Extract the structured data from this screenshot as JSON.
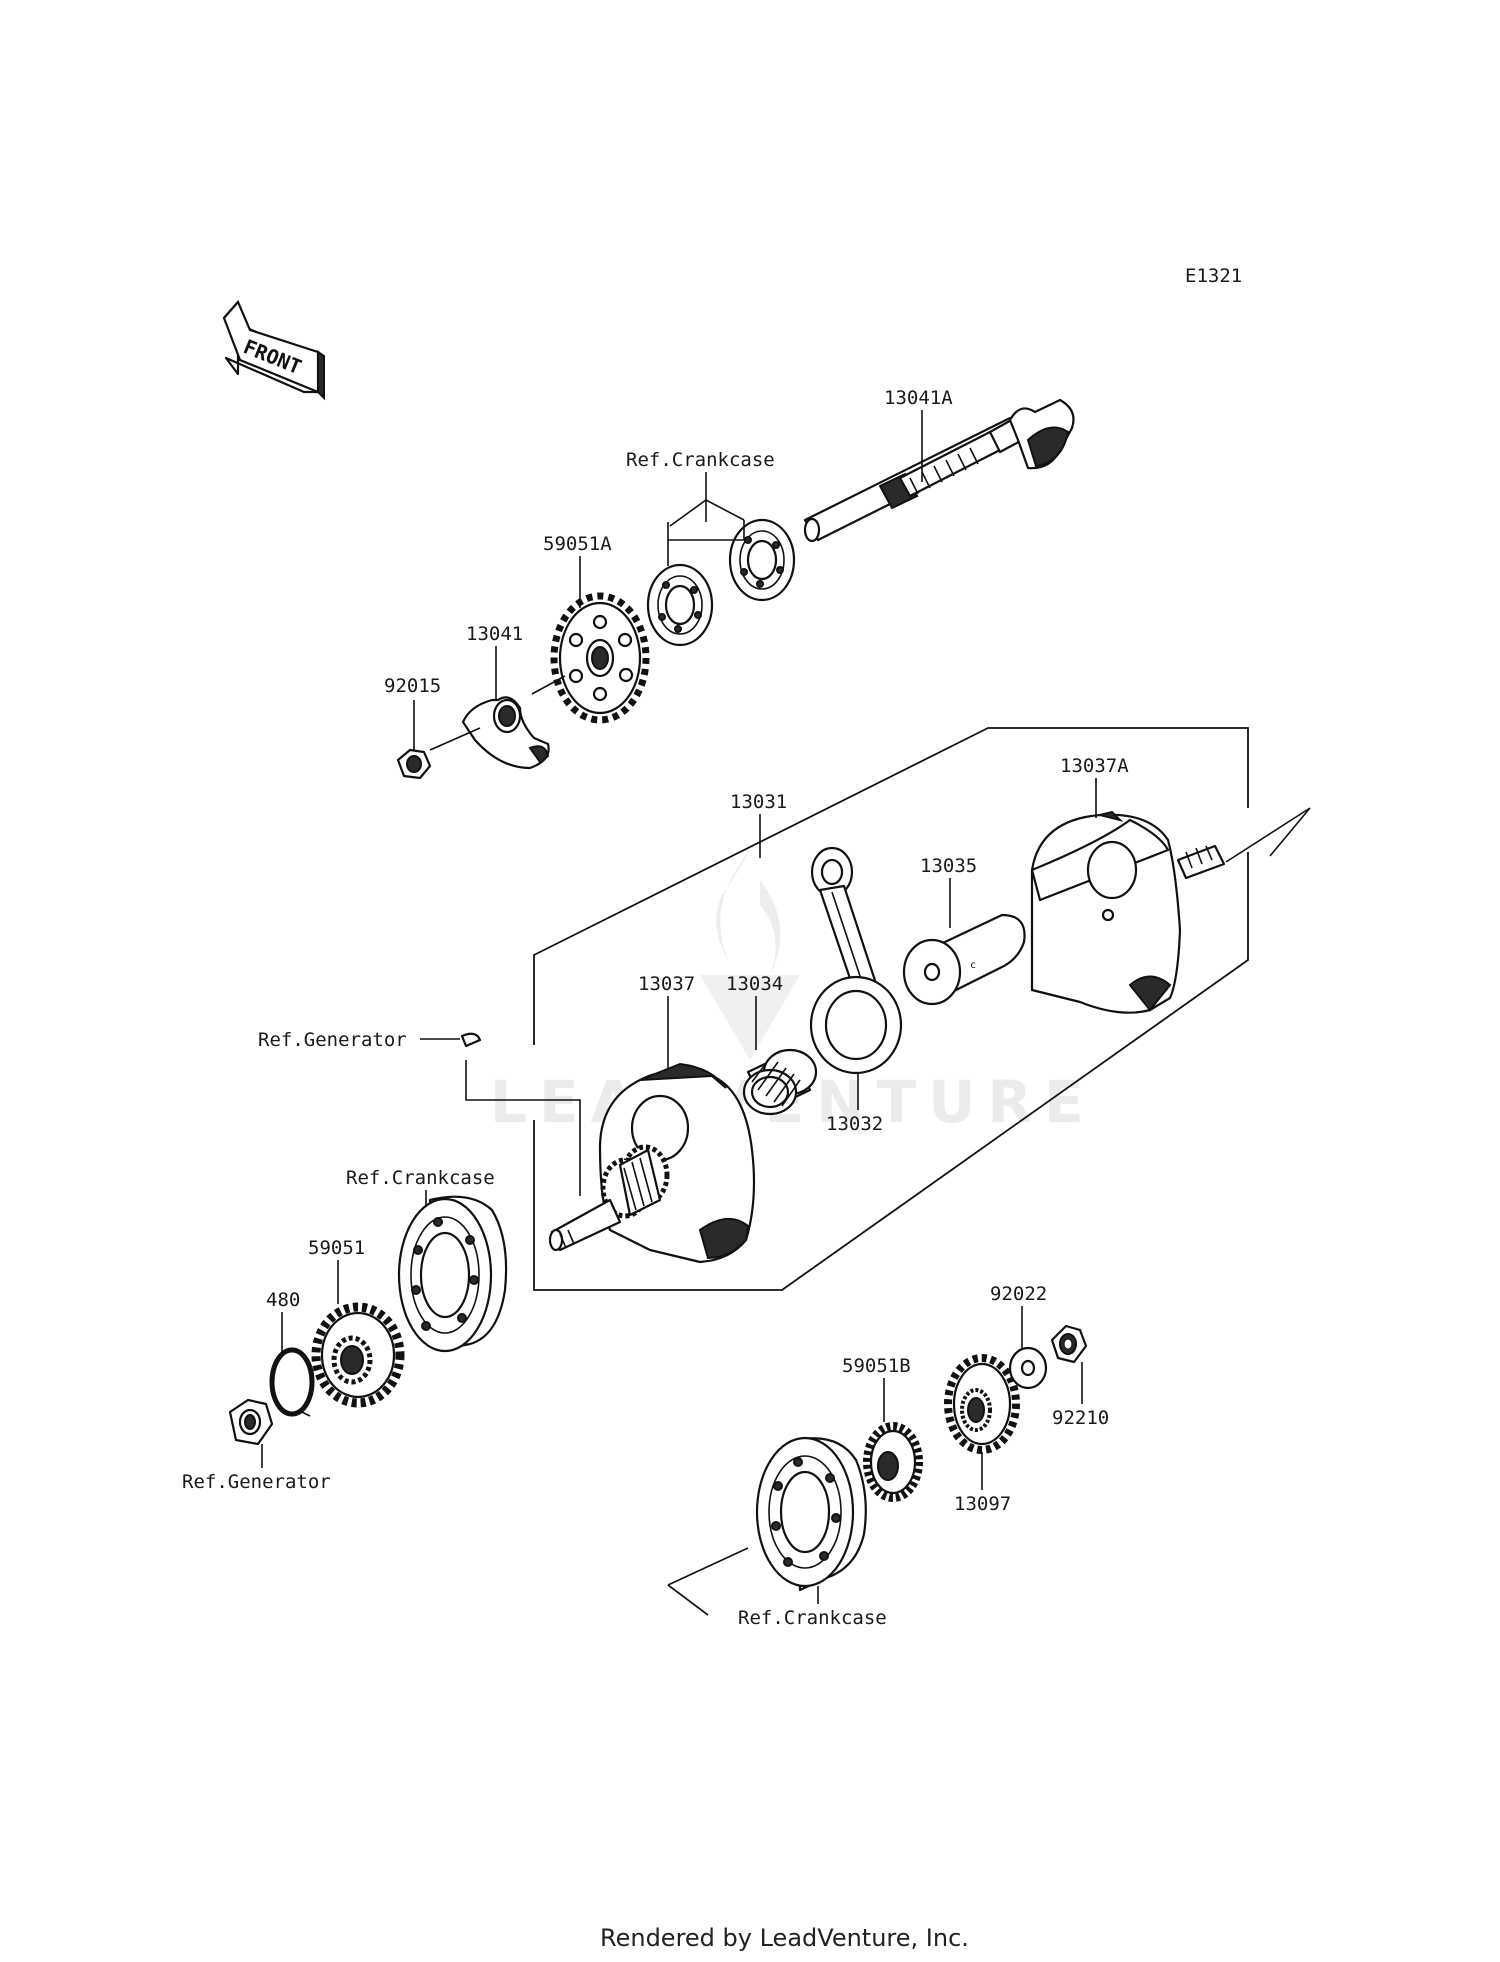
{
  "diagram": {
    "code": "E1321",
    "front_arrow_text": "FRONT",
    "watermark": "LEADVENTURE",
    "footer": "Rendered by LeadVenture, Inc."
  },
  "labels": {
    "p13041A": "13041A",
    "ref_crankcase_top": "Ref.Crankcase",
    "p59051A": "59051A",
    "p13041": "13041",
    "p92015": "92015",
    "p13031": "13031",
    "p13037A": "13037A",
    "p13035": "13035",
    "p13034": "13034",
    "p13037": "13037",
    "p13032": "13032",
    "ref_generator_mid": "Ref.Generator",
    "ref_crankcase_left": "Ref.Crankcase",
    "p59051": "59051",
    "p480": "480",
    "ref_generator_bottom": "Ref.Generator",
    "p92022": "92022",
    "p59051B": "59051B",
    "p92210": "92210",
    "p13097": "13097",
    "ref_crankcase_bottom": "Ref.Crankcase"
  }
}
